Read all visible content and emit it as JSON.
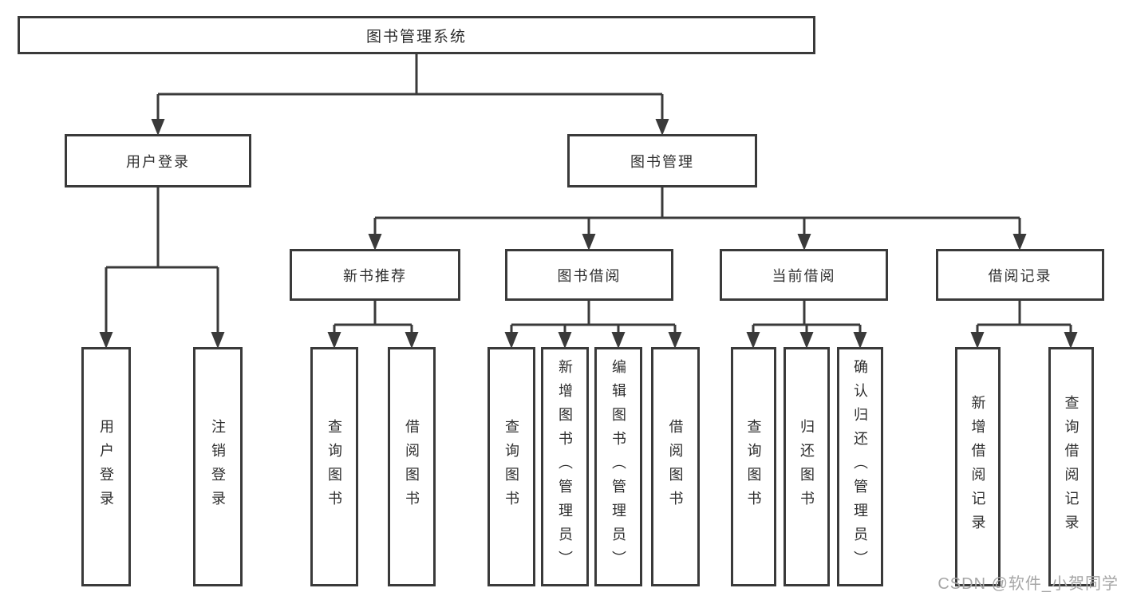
{
  "tree": {
    "root": {
      "label": "图书管理系统"
    },
    "branches": [
      {
        "label": "用户登录",
        "children": [
          {
            "label": "用户登录"
          },
          {
            "label": "注销登录"
          }
        ]
      },
      {
        "label": "图书管理",
        "children": [
          {
            "label": "新书推荐",
            "children": [
              {
                "label": "查询图书"
              },
              {
                "label": "借阅图书"
              }
            ]
          },
          {
            "label": "图书借阅",
            "children": [
              {
                "label": "查询图书"
              },
              {
                "label": "新增图书（管理员）"
              },
              {
                "label": "编辑图书（管理员）"
              },
              {
                "label": "借阅图书"
              }
            ]
          },
          {
            "label": "当前借阅",
            "children": [
              {
                "label": "查询图书"
              },
              {
                "label": "归还图书"
              },
              {
                "label": "确认归还（管理员）"
              }
            ]
          },
          {
            "label": "借阅记录",
            "children": [
              {
                "label": "新增借阅记录"
              },
              {
                "label": "查询借阅记录"
              }
            ]
          }
        ]
      }
    ]
  },
  "colors": {
    "line": "#3a3a3a",
    "text": "#2e2e2e",
    "watermark": "#a6a6a6"
  },
  "watermark": "CSDN @软件_小贺同学"
}
